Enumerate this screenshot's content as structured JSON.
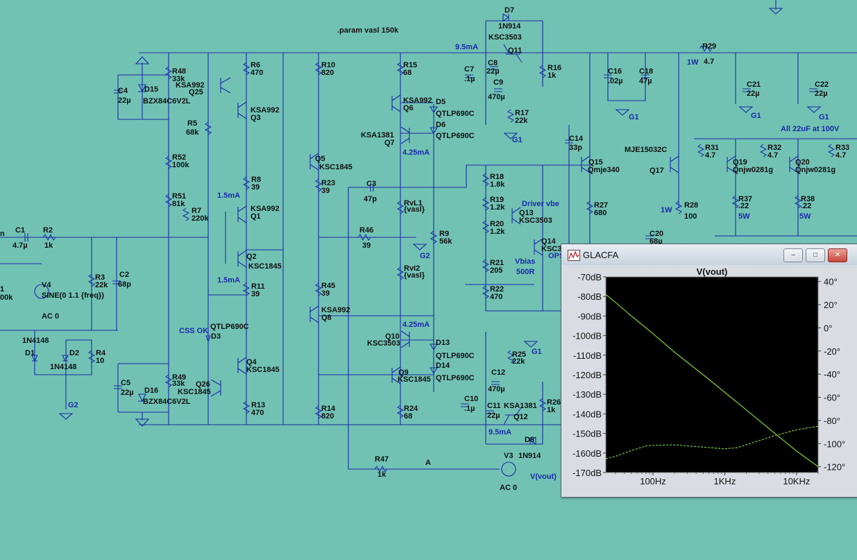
{
  "schematic": {
    "directive": ".param vasl 150k",
    "components": [
      {
        "ref": "D7",
        "value": "1N914"
      },
      {
        "ref": "Q11",
        "value": "KSC3503"
      },
      {
        "ref": "R48",
        "value": "33k"
      },
      {
        "ref": "R6",
        "value": "470"
      },
      {
        "ref": "R10",
        "value": "820"
      },
      {
        "ref": "R15",
        "value": "68"
      },
      {
        "ref": "C7",
        "value": ".1µ"
      },
      {
        "ref": "C8",
        "value": "22µ"
      },
      {
        "ref": "C9",
        "value": "470µ"
      },
      {
        "ref": "R16",
        "value": "1k"
      },
      {
        "ref": "R29",
        "value": "4.7"
      },
      {
        "ref": "C16",
        "value": ".02µ"
      },
      {
        "ref": "C18",
        "value": "47µ"
      },
      {
        "ref": "C21",
        "value": "22µ"
      },
      {
        "ref": "C22",
        "value": "22µ"
      },
      {
        "ref": "C4",
        "value": "22µ"
      },
      {
        "ref": "D15",
        "value": "BZX84C6V2L"
      },
      {
        "ref": "Q25",
        "value": "KSA992"
      },
      {
        "ref": "Q3",
        "value": "KSA992"
      },
      {
        "ref": "R5",
        "value": "68k"
      },
      {
        "ref": "Q6",
        "value": "KSA992"
      },
      {
        "ref": "D5",
        "value": "QTLP690C"
      },
      {
        "ref": "D6",
        "value": "QTLP690C"
      },
      {
        "ref": "R17",
        "value": "22k"
      },
      {
        "ref": "Q7",
        "value": "KSA1381"
      },
      {
        "ref": "C14",
        "value": "33p"
      },
      {
        "ref": "Q17",
        "value": "MJE15032C"
      },
      {
        "ref": "R31",
        "value": "4.7"
      },
      {
        "ref": "R32",
        "value": "4.7"
      },
      {
        "ref": "R33",
        "value": "4.7"
      },
      {
        "ref": "Q19",
        "value": "Qnjw0281g"
      },
      {
        "ref": "Q20",
        "value": "Qnjw0281g"
      },
      {
        "ref": "R52",
        "value": "100k"
      },
      {
        "ref": "Q5",
        "value": "KSC1845"
      },
      {
        "ref": "Q15",
        "value": "Qmje340"
      },
      {
        "ref": "R8",
        "value": "39"
      },
      {
        "ref": "R23",
        "value": "39"
      },
      {
        "ref": "C3",
        "value": "47p"
      },
      {
        "ref": "R18",
        "value": "1.8k"
      },
      {
        "ref": "R51",
        "value": "81k"
      },
      {
        "ref": "R7",
        "value": "220k"
      },
      {
        "ref": "Q1",
        "value": "KSA992"
      },
      {
        "ref": "RvL1",
        "value": "{vasl}"
      },
      {
        "ref": "R19",
        "value": "1.2k"
      },
      {
        "ref": "Q13",
        "value": "KSC3503"
      },
      {
        "ref": "R27",
        "value": "680"
      },
      {
        "ref": "R28",
        "value": "100"
      },
      {
        "ref": "R37",
        "value": ".22"
      },
      {
        "ref": "R38",
        "value": ".22"
      },
      {
        "ref": "R20",
        "value": "1.2k"
      },
      {
        "ref": "C1",
        "value": "4.7µ"
      },
      {
        "ref": "R2",
        "value": "1k"
      },
      {
        "ref": "R46",
        "value": "39"
      },
      {
        "ref": "R9",
        "value": "56k"
      },
      {
        "ref": "C20",
        "value": "68µ"
      },
      {
        "ref": "Q14",
        "value": "KSC3"
      },
      {
        "ref": "Q2",
        "value": "KSC1845"
      },
      {
        "ref": "R3",
        "value": "22k"
      },
      {
        "ref": "C2",
        "value": "68p"
      },
      {
        "ref": "RvI2",
        "value": "{vasl}"
      },
      {
        "ref": "R21",
        "value": "205"
      },
      {
        "ref": "R45",
        "value": "39"
      },
      {
        "ref": "R11",
        "value": "39"
      },
      {
        "ref": "V4",
        "value": "SINE(0 1.1 {freq})"
      },
      {
        "ref": "R22",
        "value": "470"
      },
      {
        "ref": "Q8",
        "value": "KSA992"
      },
      {
        "ref": "D3",
        "value": "QTLP690C"
      },
      {
        "ref": "Q10",
        "value": "KSC3503"
      },
      {
        "ref": "D13",
        "value": "QTLP690C"
      },
      {
        "ref": "D1",
        "value": "1N4148"
      },
      {
        "ref": "D2",
        "value": "1N4148"
      },
      {
        "ref": "R4",
        "value": "10"
      },
      {
        "ref": "R25",
        "value": "22k"
      },
      {
        "ref": "Q4",
        "value": "KSC1845"
      },
      {
        "ref": "D14",
        "value": "QTLP690C"
      },
      {
        "ref": "C12",
        "value": "470µ"
      },
      {
        "ref": "Q9",
        "value": "KSC1845"
      },
      {
        "ref": "R49",
        "value": "33k"
      },
      {
        "ref": "Q26",
        "value": "KSC1845"
      },
      {
        "ref": "C5",
        "value": "22µ"
      },
      {
        "ref": "D16",
        "value": "BZX84C6V2L"
      },
      {
        "ref": "C10",
        "value": ".1µ"
      },
      {
        "ref": "C11",
        "value": "22µ"
      },
      {
        "ref": "Q12",
        "value": "KSA1381"
      },
      {
        "ref": "R26",
        "value": "1k"
      },
      {
        "ref": "R13",
        "value": "470"
      },
      {
        "ref": "R14",
        "value": "820"
      },
      {
        "ref": "R24",
        "value": "68"
      },
      {
        "ref": "D8",
        "value": "1N914"
      },
      {
        "ref": "R47",
        "value": "1k"
      },
      {
        "ref": "V3",
        "value": "AC 0"
      }
    ],
    "annotations": {
      "i_9_5ma_top": "9.5mA",
      "i_9_5ma_bot": "9.5mA",
      "i_4_25ma_top": "4.25mA",
      "i_4_25ma_bot": "4.25mA",
      "i_1_5ma_a": "1.5mA",
      "i_1_5ma_b": "1.5mA",
      "w1_top": "1W",
      "w1_mid": "1W",
      "w5_a": "5W",
      "w5_b": "5W",
      "note_22uf": "All 22uF at 100V",
      "driver_vbe": "Driver vbe",
      "vbias": "Vbias",
      "vbias_r": "500R",
      "ops": "OPS",
      "css_ok": "CSS OK",
      "ac0_left": "AC 0",
      "node_a": "A",
      "vout": "V(vout)",
      "g1_a": "G1",
      "g1_b": "G1",
      "g1_c": "G1",
      "g1_d": "G1",
      "g1_e": "G1",
      "g2_a": "G2",
      "g2_b": "G2",
      "left_n": "n",
      "left_1": "1",
      "left_00k": "00k"
    }
  },
  "plot_window": {
    "title": "GLACFA",
    "buttons": {
      "minimize": "–",
      "restore": "□",
      "close": "✕"
    },
    "trace_label": "V(vout)",
    "colors": {
      "background": "#000000",
      "trace": "#7ed23c",
      "text_green": "#33cc33"
    }
  },
  "chart_data": {
    "type": "line",
    "xscale": "log",
    "xlim": [
      22,
      20000
    ],
    "x_ticks": [
      "100Hz",
      "1KHz",
      "10KHz"
    ],
    "x_tick_values": [
      100,
      1000,
      10000
    ],
    "y_left_ticks": [
      "-70dB",
      "-80dB",
      "-90dB",
      "-100dB",
      "-110dB",
      "-120dB",
      "-130dB",
      "-140dB",
      "-150dB",
      "-160dB",
      "-170dB"
    ],
    "y_left_values": [
      -70,
      -80,
      -90,
      -100,
      -110,
      -120,
      -130,
      -140,
      -150,
      -160,
      -170
    ],
    "ylim_left": [
      -170,
      -70
    ],
    "y_right_ticks": [
      "40°",
      "20°",
      "0°",
      "-20°",
      "-40°",
      "-60°",
      "-80°",
      "-100°",
      "-120°"
    ],
    "y_right_values": [
      40,
      20,
      0,
      -20,
      -40,
      -60,
      -80,
      -100,
      -120
    ],
    "ylim_right": [
      -125,
      44
    ],
    "series": [
      {
        "name": "V(vout)",
        "axis": "left",
        "style": "solid",
        "x": [
          22,
          30,
          50,
          100,
          200,
          500,
          1000,
          2000,
          5000,
          10000,
          20000
        ],
        "y": [
          -79,
          -83,
          -90,
          -99,
          -108.5,
          -120,
          -129,
          -138,
          -150,
          -159,
          -167
        ]
      },
      {
        "axis": "right",
        "style": "dashed",
        "x": [
          22,
          30,
          50,
          80,
          100,
          200,
          300,
          500,
          1000,
          1500,
          2000,
          5000,
          10000,
          20000
        ],
        "y": [
          -113,
          -111,
          -106,
          -102,
          -101.5,
          -101,
          -102,
          -103,
          -104.5,
          -103.5,
          -101,
          -93,
          -88,
          -85
        ]
      }
    ]
  }
}
